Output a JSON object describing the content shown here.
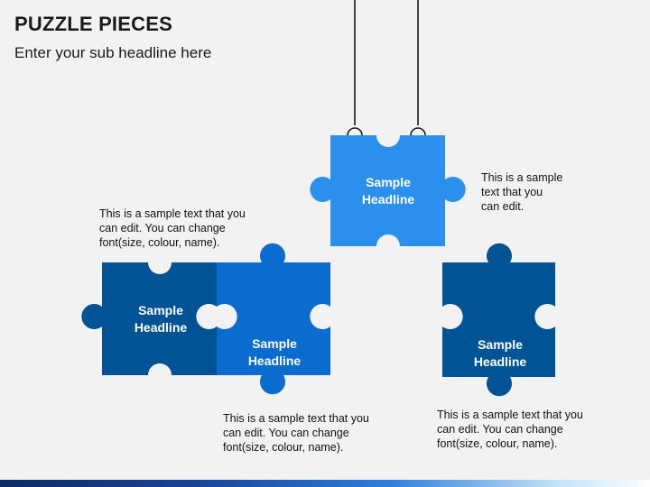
{
  "header": {
    "title": "PUZZLE PIECES",
    "subtitle": "Enter your sub headline here"
  },
  "colors": {
    "dark_blue": "#005496",
    "mid_blue": "#0a6cce",
    "light_blue": "#2b8fee",
    "hanger": "#1a1a1a"
  },
  "pieces": [
    {
      "headline_1": "Sample",
      "headline_2": "Headline",
      "color": "#2b8fee"
    },
    {
      "headline_1": "Sample",
      "headline_2": "Headline",
      "color": "#005496"
    },
    {
      "headline_1": "Sample",
      "headline_2": "Headline",
      "color": "#0a6cce"
    },
    {
      "headline_1": "Sample",
      "headline_2": "Headline",
      "color": "#005496"
    }
  ],
  "descriptions": {
    "top_right": [
      "This is a sample",
      "text that you",
      "can edit."
    ],
    "top_left": [
      "This is a sample text that you",
      "can edit. You can change",
      "font(size, colour, name)."
    ],
    "bottom_middle": [
      "This is a sample text that you",
      "can edit. You can change",
      "font(size, colour, name)."
    ],
    "bottom_right": [
      "This is a sample text that you",
      "can edit. You can change",
      "font(size, colour, name)."
    ]
  }
}
